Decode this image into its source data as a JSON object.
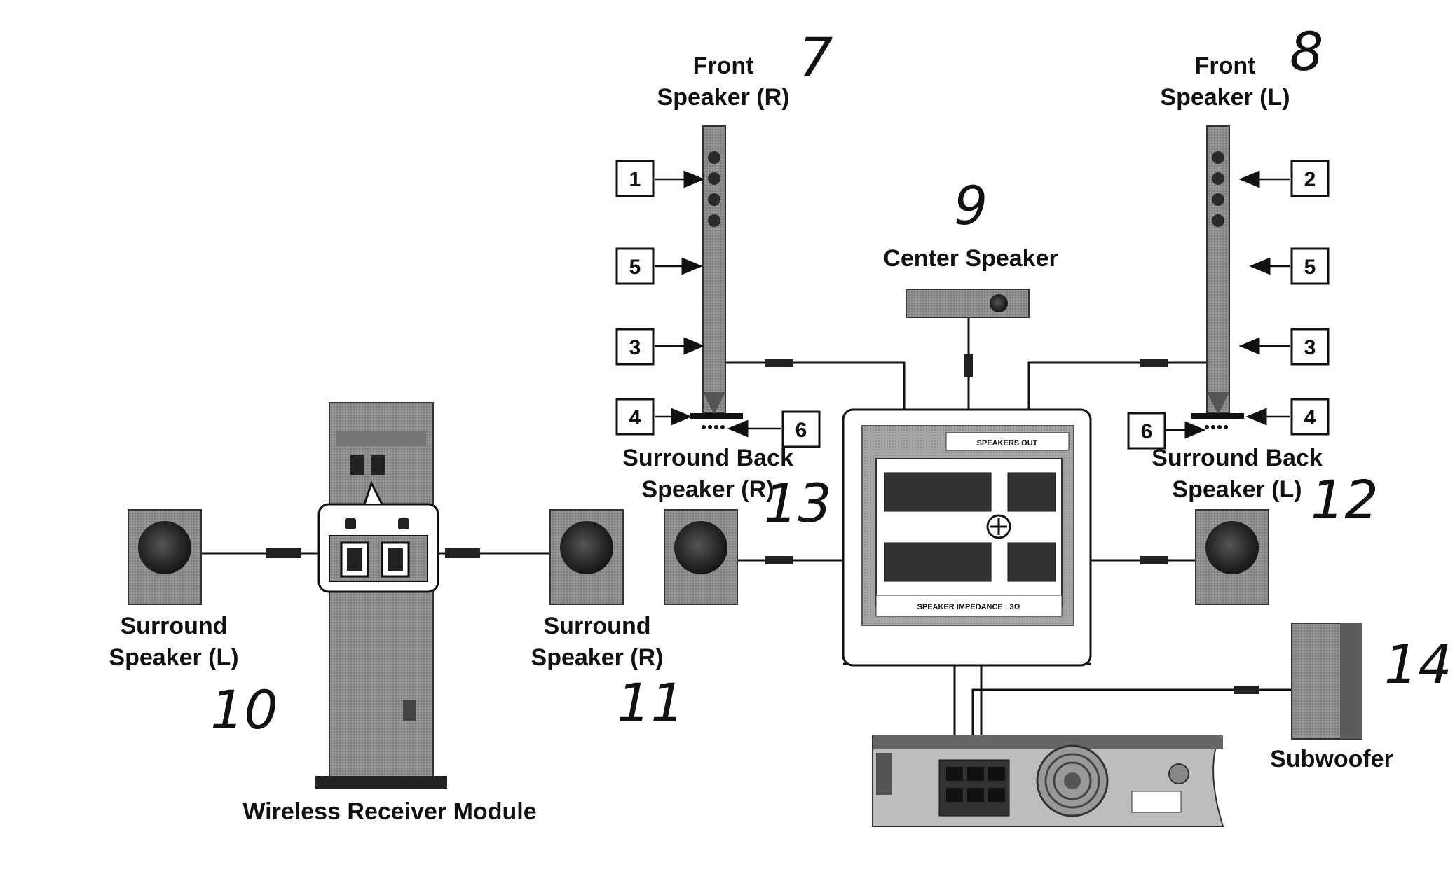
{
  "labels": {
    "front_right": [
      "Front",
      "Speaker (R)"
    ],
    "front_left": [
      "Front",
      "Speaker (L)"
    ],
    "center": "Center Speaker",
    "surround_back_right": [
      "Surround Back",
      "Speaker (R)"
    ],
    "surround_back_left": [
      "Surround Back",
      "Speaker (L)"
    ],
    "surround_left": [
      "Surround",
      "Speaker (L)"
    ],
    "surround_right": [
      "Surround",
      "Speaker (R)"
    ],
    "subwoofer": "Subwoofer",
    "receiver": "Wireless Receiver Module",
    "panel_header": "SPEAKERS OUT",
    "panel_footer": "SPEAKER IMPEDANCE : 3Ω"
  },
  "callouts": {
    "fr_top": "1",
    "fr_mid": "5",
    "fr_low": "3",
    "fr_base": "4",
    "fr_foot": "6",
    "fl_top": "2",
    "fl_mid": "5",
    "fl_low": "3",
    "fl_base": "4",
    "fl_foot": "6"
  },
  "handwritten": {
    "front_right": "7",
    "front_left": "8",
    "center": "9",
    "surround_left": "10",
    "surround_right": "11",
    "surround_back_left": "12",
    "surround_back_right": "13",
    "subwoofer": "14"
  },
  "colors": {
    "ink": "#111111",
    "speaker_fill": "#8a8a8a",
    "speaker_dark": "#3a3a3a",
    "panel_fill": "#9a9a9a"
  }
}
